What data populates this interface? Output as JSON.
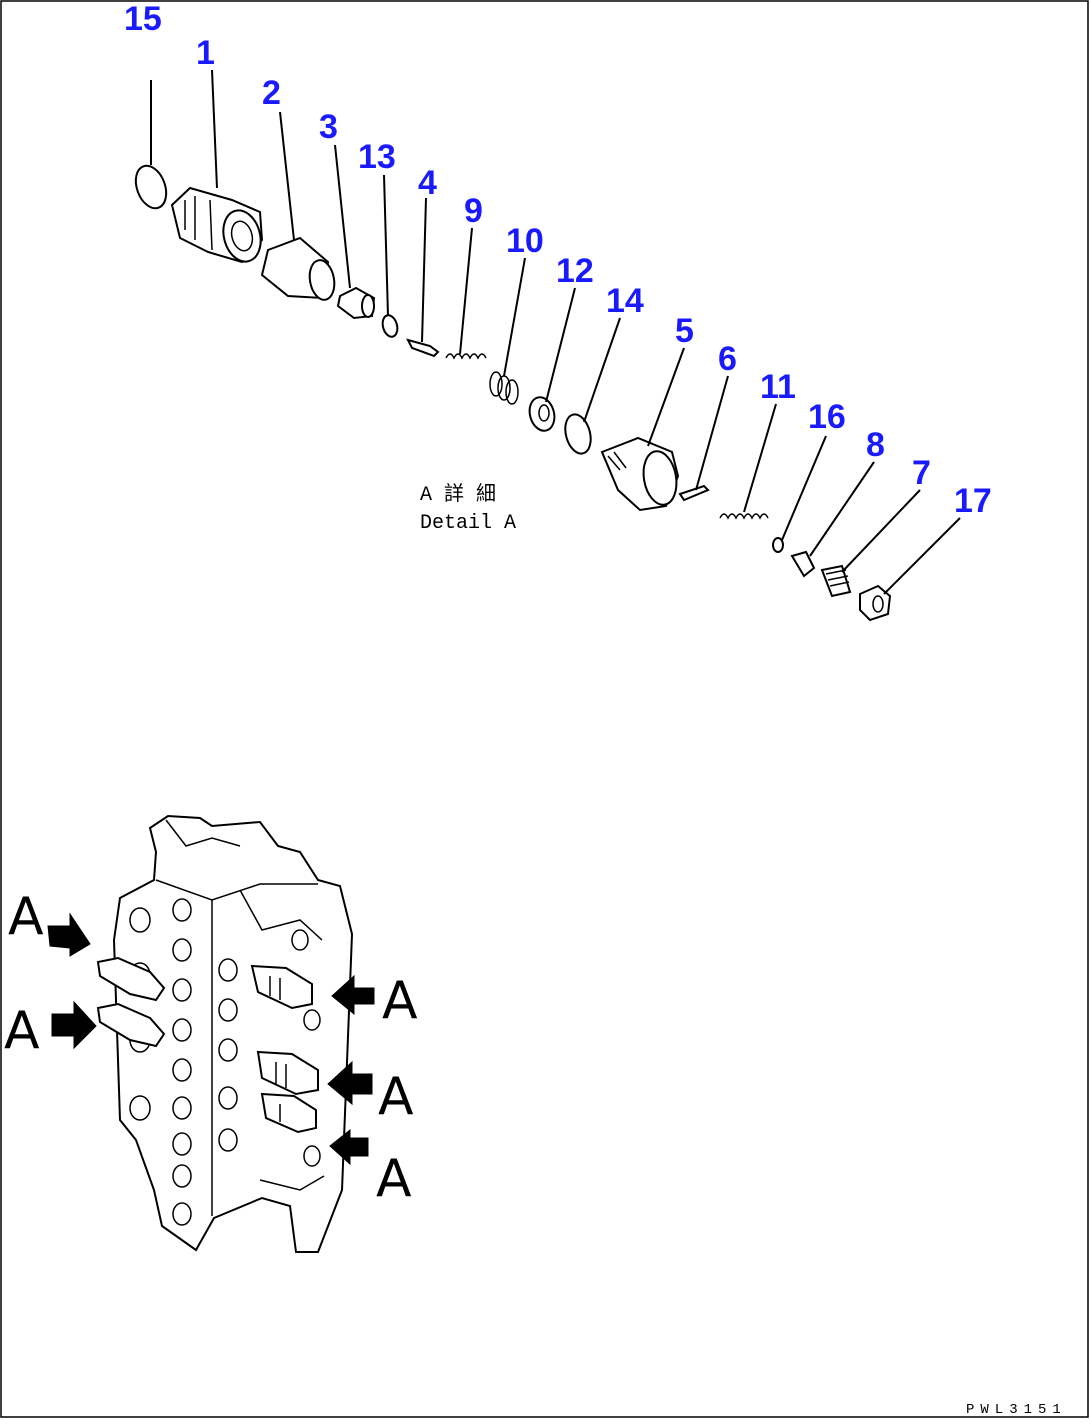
{
  "callouts": {
    "p15": "15",
    "p1": "1",
    "p2": "2",
    "p3": "3",
    "p13": "13",
    "p4": "4",
    "p9": "9",
    "p10": "10",
    "p12": "12",
    "p14": "14",
    "p5": "5",
    "p6": "6",
    "p11": "11",
    "p16": "16",
    "p8": "8",
    "p7": "7",
    "p17": "17"
  },
  "detail_label": {
    "jp": "A 詳 細",
    "en": "Detail A"
  },
  "view_markers": {
    "a1": "A",
    "a2": "A",
    "a3": "A",
    "a4": "A",
    "a5": "A"
  },
  "drawing_code": "PWL3151",
  "colors": {
    "callout": "#1a1aff",
    "line": "#000000",
    "background": "#ffffff"
  }
}
